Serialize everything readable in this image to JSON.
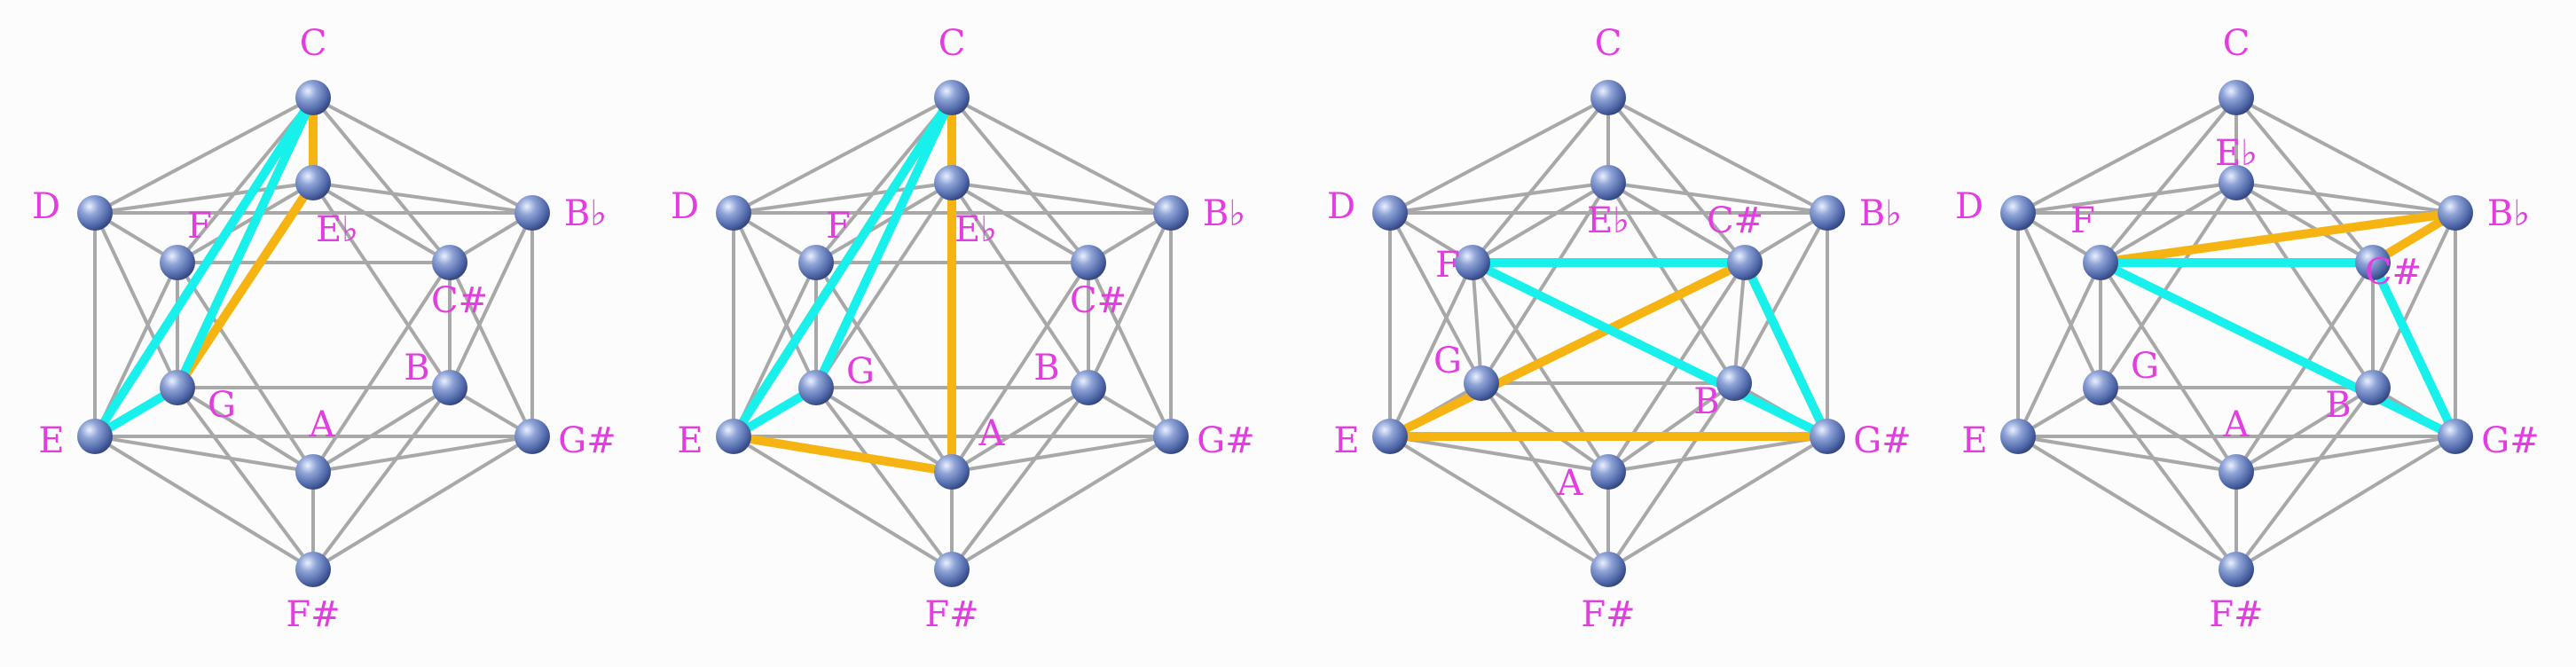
{
  "colors": {
    "edge": "#a8a8a8",
    "highlight_orange": "#f5b412",
    "highlight_cyan": "#18f0ec",
    "label": "#e33ce0",
    "node": "#5a74b6"
  },
  "panels": [
    {
      "id": "panel-1",
      "labels": {
        "C": "C",
        "D": "D",
        "Bb": "B♭",
        "F": "F",
        "Eb": "E♭",
        "Cs": "C#",
        "G": "G",
        "B": "B",
        "E": "E",
        "A": "A",
        "Gs": "G#",
        "Fs": "F#"
      },
      "orange_edges": [
        [
          "C",
          "Eb"
        ],
        [
          "Eb",
          "G"
        ],
        [
          "G",
          "C"
        ]
      ],
      "cyan_edges": [
        [
          "C",
          "E"
        ],
        [
          "E",
          "G"
        ],
        [
          "G",
          "C"
        ]
      ]
    },
    {
      "id": "panel-2",
      "labels": {
        "C": "C",
        "D": "D",
        "Bb": "B♭",
        "F": "F",
        "Eb": "E♭",
        "Cs": "C#",
        "G": "G",
        "B": "B",
        "E": "E",
        "A": "A",
        "Gs": "G#",
        "Fs": "F#"
      },
      "orange_edges": [
        [
          "C",
          "E"
        ],
        [
          "E",
          "A"
        ],
        [
          "A",
          "C"
        ]
      ],
      "cyan_edges": [
        [
          "C",
          "E"
        ],
        [
          "E",
          "G"
        ],
        [
          "G",
          "C"
        ]
      ]
    },
    {
      "id": "panel-3",
      "labels": {
        "C": "C",
        "D": "D",
        "Bb": "B♭",
        "F": "F",
        "Eb": "E♭",
        "Cs": "C#",
        "G": "G",
        "B": "B",
        "E": "E",
        "A": "A",
        "Gs": "G#",
        "Fs": "F#"
      },
      "orange_edges": [
        [
          "E",
          "Cs"
        ],
        [
          "Cs",
          "Gs"
        ],
        [
          "Gs",
          "E"
        ]
      ],
      "cyan_edges": [
        [
          "F",
          "Cs"
        ],
        [
          "Cs",
          "Gs"
        ],
        [
          "Gs",
          "F"
        ]
      ]
    },
    {
      "id": "panel-4",
      "labels": {
        "C": "C",
        "D": "D",
        "Bb": "B♭",
        "F": "F",
        "Eb": "E♭",
        "Cs": "C#",
        "G": "G",
        "B": "B",
        "E": "E",
        "A": "A",
        "Gs": "G#",
        "Fs": "F#"
      },
      "orange_edges": [
        [
          "F",
          "Bb"
        ],
        [
          "Bb",
          "Cs"
        ],
        [
          "Cs",
          "F"
        ]
      ],
      "cyan_edges": [
        [
          "F",
          "Cs"
        ],
        [
          "Cs",
          "Gs"
        ],
        [
          "Gs",
          "F"
        ]
      ]
    }
  ]
}
